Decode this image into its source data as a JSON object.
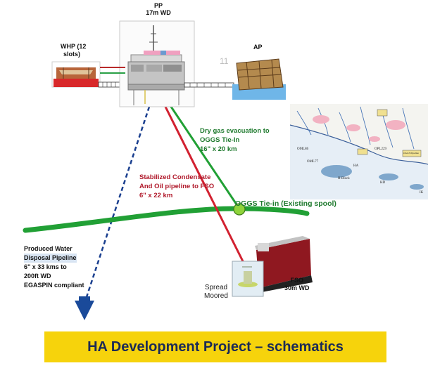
{
  "labels": {
    "pp_name": "PP",
    "pp_depth": "17m WD",
    "whp": "WHP (12",
    "whp_2": "slots)",
    "ap": "AP",
    "ap_mark": "11",
    "dry_gas_1": "Dry gas evacuation to",
    "dry_gas_2": "OGGS Tie-In",
    "dry_gas_3": "16\" x 20 km",
    "cond_1": "Stabilized Condensate",
    "cond_2": "And Oil pipeline to FSO",
    "cond_3": "6\" x 22 km",
    "oggs_tiein": "OGGS Tie-in (Existing spool)",
    "pw_1": "Produced Water",
    "pw_2": "Disposal Pipeline",
    "pw_3": "6\" x 33 kms to",
    "pw_4": "200ft WD",
    "pw_5": "EGASPIN compliant",
    "spread_1": "Spread",
    "spread_2": "Moored",
    "fso": "FSO",
    "fso_depth": "30m WD"
  },
  "map_labels": {
    "oml86": "OML86",
    "oml77": "OML77",
    "opl229": "OPL229",
    "ha": "HA",
    "h_block": "H Block",
    "hd": "HD",
    "ik": "IK",
    "oggs": "OGGS Pipeline"
  },
  "banner": {
    "title": "HA Development Project – schematics"
  },
  "colors": {
    "green_line": "#21a035",
    "red_line": "#d22130",
    "blue_line": "#1a3f8f",
    "banner_bg": "#f6d30c",
    "banner_text": "#1b2a56"
  }
}
